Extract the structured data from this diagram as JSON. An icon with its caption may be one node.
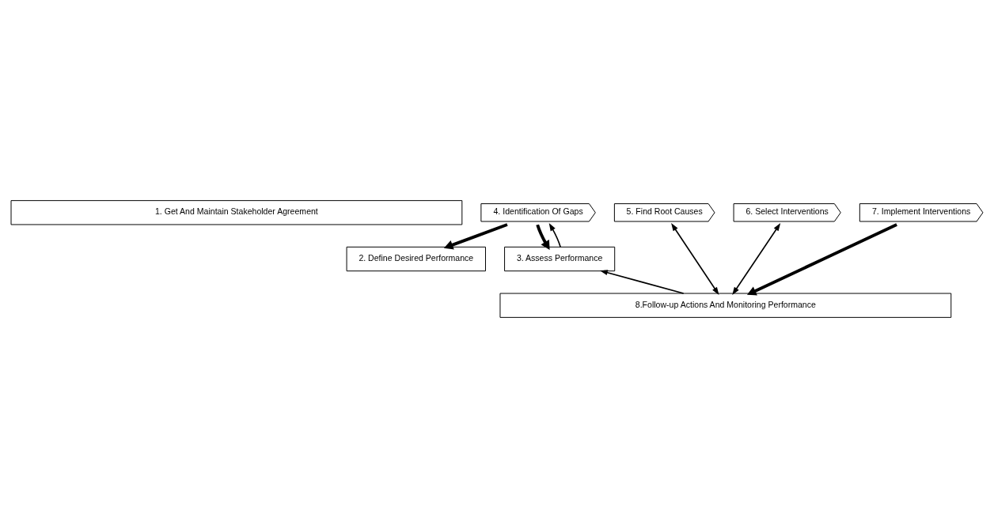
{
  "diagram": {
    "nodes": [
      {
        "text": [
          "1. Get And Maintain Stakeholder Agreement"
        ]
      },
      {
        "text": [
          "2. Define Desired Performance"
        ]
      },
      {
        "text": [
          "4. Identification Of Gaps"
        ]
      },
      {
        "text": [
          "5. Find Root Causes"
        ]
      },
      {
        "text": [
          "6. Select Interventions"
        ]
      },
      {
        "text": [
          "7. Implement Interventions"
        ]
      },
      {
        "text": [
          "3. Assess Performance"
        ]
      },
      {
        "text": [
          "8.Follow-up Actions And Monitoring Performance"
        ]
      }
    ],
    "edges": [
      {
        "from": 2,
        "to": 1,
        "arrow": "to",
        "style": "thick"
      },
      {
        "from": 2,
        "to": 6,
        "arrow": "to",
        "style": "thick"
      },
      {
        "from": 6,
        "to": 2,
        "arrow": "to"
      },
      {
        "from": 7,
        "to": 6,
        "arrow": "to"
      },
      {
        "from": 3,
        "to": 7,
        "arrow": "both"
      },
      {
        "from": 4,
        "to": 7,
        "arrow": "both"
      },
      {
        "from": 5,
        "to": 7,
        "arrow": "to",
        "style": "thick"
      }
    ]
  }
}
